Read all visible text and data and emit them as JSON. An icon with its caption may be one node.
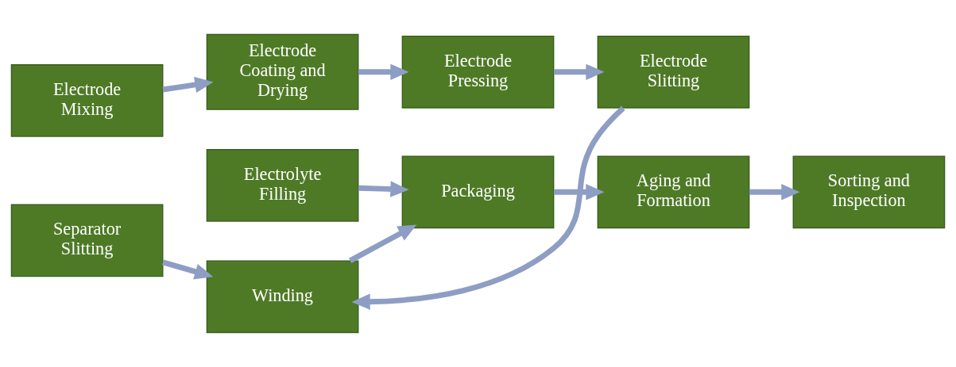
{
  "diagram": {
    "nodes": [
      {
        "text": [
          "Electrode Mixing"
        ]
      },
      {
        "text": [
          "Electrode Coating and Drying"
        ]
      },
      {
        "text": [
          "Electrode Pressing"
        ]
      },
      {
        "text": [
          "Electrode Slitting"
        ]
      },
      {
        "text": [
          "Separator Slitting"
        ]
      },
      {
        "text": [
          "Winding"
        ]
      },
      {
        "text": [
          "Packaging"
        ]
      },
      {
        "text": [
          "Aging and Formation"
        ]
      },
      {
        "text": [
          "Sorting and Inspection"
        ]
      },
      {
        "text": [
          "Electrolyte Filling"
        ]
      }
    ],
    "edges": [
      {
        "from": 0,
        "to": 1,
        "arrow": "to"
      },
      {
        "from": 1,
        "to": 2,
        "arrow": "to"
      },
      {
        "from": 2,
        "to": 3,
        "arrow": "to"
      },
      {
        "from": 3,
        "to": 5,
        "arrow": "to"
      },
      {
        "from": 4,
        "to": 5,
        "arrow": "to"
      },
      {
        "from": 5,
        "to": 6,
        "arrow": "to"
      },
      {
        "from": 9,
        "to": 6,
        "arrow": "to"
      },
      {
        "from": 6,
        "to": 7,
        "arrow": "to"
      },
      {
        "from": 7,
        "to": 8,
        "arrow": "to"
      }
    ]
  }
}
